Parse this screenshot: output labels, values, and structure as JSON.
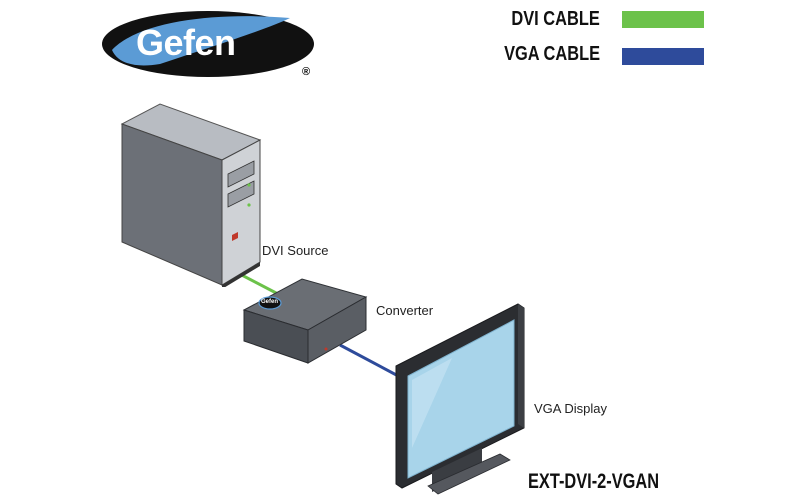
{
  "logo": {
    "text": "Gefen",
    "registered": "®",
    "colors": {
      "blue": "#5b9bd5",
      "black": "#111111"
    }
  },
  "legend": [
    {
      "label": "DVI CABLE",
      "color": "#6cc24a"
    },
    {
      "label": "VGA CABLE",
      "color": "#2e4b9b"
    }
  ],
  "nodes": {
    "source": {
      "label": "DVI Source",
      "icon": "computer-tower-icon"
    },
    "converter": {
      "label": "Converter",
      "icon": "converter-box-icon",
      "badge": "Gefen"
    },
    "display": {
      "label": "VGA Display",
      "icon": "monitor-icon"
    }
  },
  "model": "EXT-DVI-2-VGAN"
}
